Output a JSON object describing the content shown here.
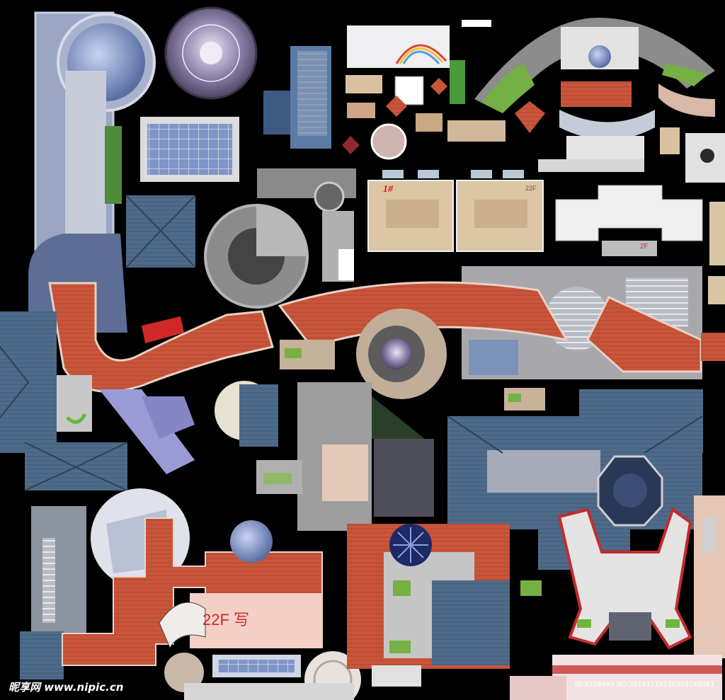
{
  "image": {
    "description_labels": {
      "tower_label": "22F",
      "tower_label_suffix": "写",
      "floor_1_label": "1#",
      "floor_22_label": "22F",
      "floor_2_label": "2F"
    },
    "watermark": {
      "site_text": "昵享网 www.nipic.cn",
      "id_text": "ID:9256489 NO:20191116230309149081"
    }
  },
  "colors": {
    "background": "#000000",
    "roof_red": "#c9553a",
    "roof_blue": "#4f6b8a",
    "glass_blue": "#6f8fc8",
    "concrete_grey": "#9a9a9a",
    "lawn_green": "#6fb43c",
    "beige": "#d8c6a4"
  }
}
